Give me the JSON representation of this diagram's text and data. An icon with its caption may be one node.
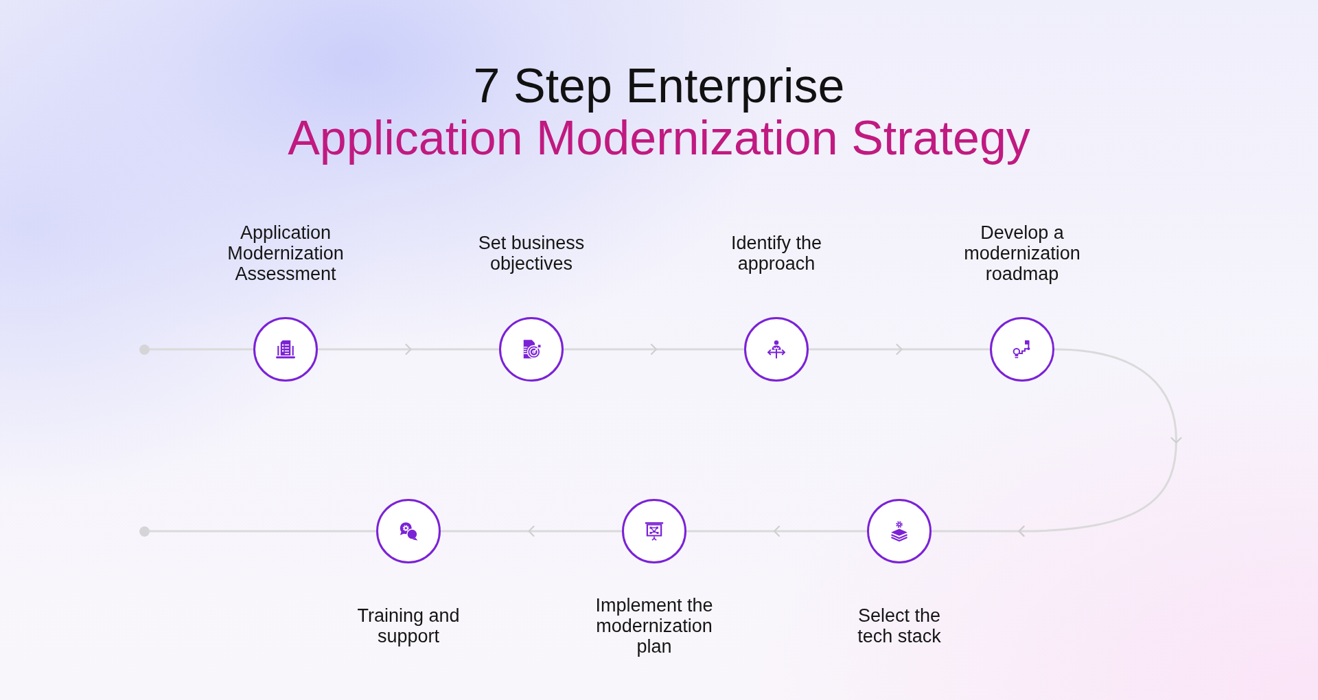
{
  "diagram": {
    "title": "7 Step Enterprise",
    "nodes": [
      {
        "text": [],
        "shape": "circle"
      },
      {
        "text": [
          "Application Modernization Assessment"
        ]
      },
      {
        "text": [
          "Set business objectives"
        ]
      },
      {
        "text": [
          "Identify the approach"
        ]
      },
      {
        "text": [
          "Develop a modernization roadmap"
        ]
      },
      {
        "text": [
          "Select the tech stack"
        ]
      },
      {
        "text": [
          "Implement the modernization plan"
        ]
      },
      {
        "text": [
          "Training and support"
        ]
      },
      {
        "text": [],
        "shape": "circle"
      }
    ],
    "edges": [
      {
        "from": 0,
        "to": 1,
        "arrow": "none"
      },
      {
        "from": 1,
        "to": 2,
        "arrow": "to"
      },
      {
        "from": 2,
        "to": 3,
        "arrow": "to"
      },
      {
        "from": 3,
        "to": 4,
        "arrow": "to"
      },
      {
        "from": 4,
        "to": 5,
        "arrow": "to"
      },
      {
        "from": 5,
        "to": 6,
        "arrow": "to"
      },
      {
        "from": 6,
        "to": 7,
        "arrow": "to"
      },
      {
        "from": 7,
        "to": 8,
        "arrow": "none"
      }
    ],
    "labels": [
      "Application Modernization Strategy"
    ]
  }
}
